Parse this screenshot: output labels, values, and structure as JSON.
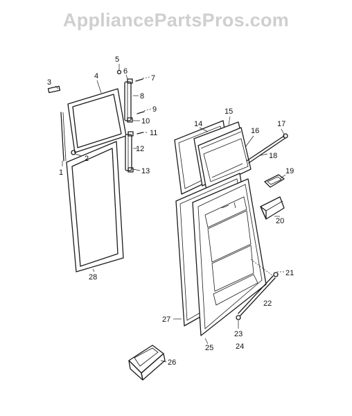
{
  "watermark": "AppliancePartsPros.com",
  "callouts": [
    "1",
    "2",
    "3",
    "4",
    "5",
    "6",
    "7",
    "8",
    "9",
    "10",
    "11",
    "12",
    "13",
    "14",
    "15",
    "16",
    "17",
    "18",
    "19",
    "20",
    "21",
    "22",
    "23",
    "24",
    "25",
    "26",
    "27",
    "28"
  ]
}
